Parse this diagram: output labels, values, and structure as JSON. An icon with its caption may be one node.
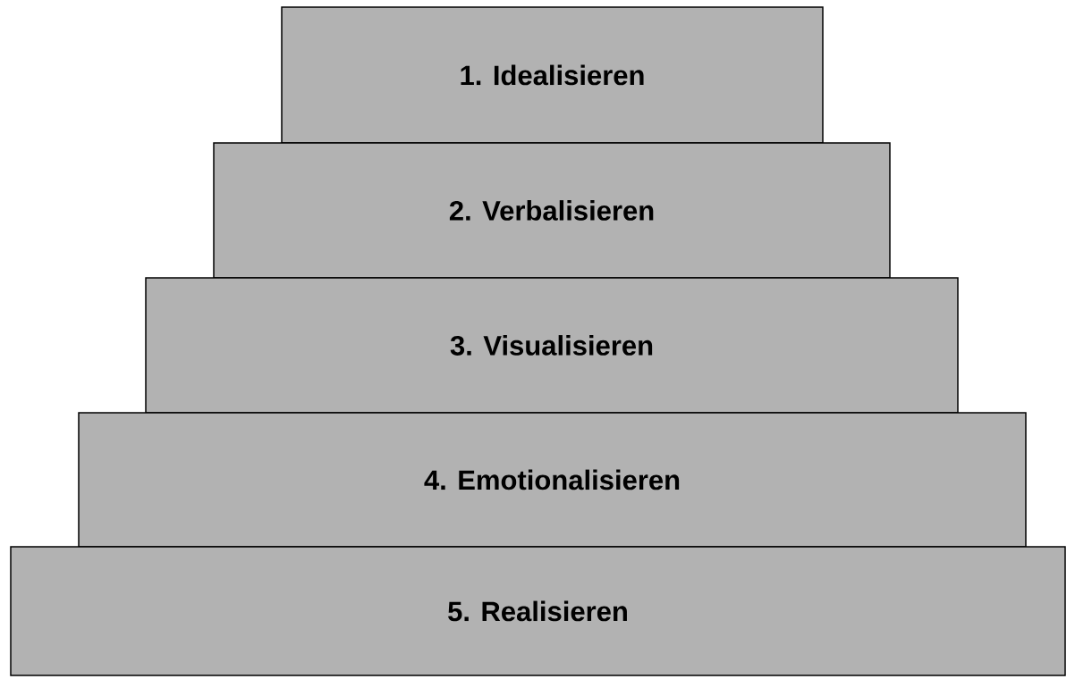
{
  "diagram": {
    "nodes": [
      {
        "text": [
          "1. Idealisieren"
        ]
      },
      {
        "text": [
          "2. Verbalisieren"
        ]
      },
      {
        "text": [
          "3. Visualisieren"
        ]
      },
      {
        "text": [
          "4. Emotionalisieren"
        ]
      },
      {
        "text": [
          "5. Realisieren"
        ]
      }
    ]
  }
}
